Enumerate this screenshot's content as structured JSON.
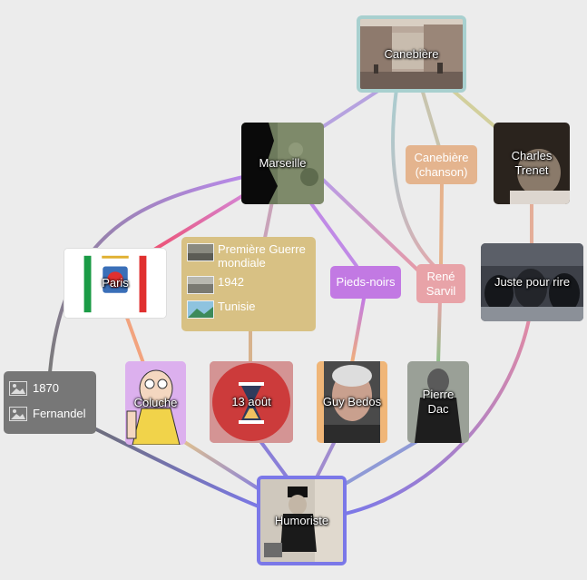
{
  "nodes": {
    "canebiere": "Canebière",
    "marseille": "Marseille",
    "canebiere_chanson": "Canebière (chanson)",
    "charles_trenet": "Charles Trenet",
    "paris": "Paris",
    "pieds_noirs": "Pieds-noirs",
    "rene_sarvil": "René Sarvil",
    "juste_pour_rire": "Juste pour rire",
    "coluche": "Coluche",
    "treize_aout": "13 août",
    "guy_bedos": "Guy Bedos",
    "pierre_dac": "Pierre Dac",
    "humoriste": "Humoriste"
  },
  "group_tan": {
    "items": [
      {
        "label": "Première Guerre mondiale",
        "icon": "photo-thumbnail"
      },
      {
        "label": "1942",
        "icon": "photo-thumbnail"
      },
      {
        "label": "Tunisie",
        "icon": "photo-thumbnail"
      }
    ]
  },
  "group_gray": {
    "items": [
      {
        "label": "1870",
        "icon": "image-placeholder-icon"
      },
      {
        "label": "Fernandel",
        "icon": "image-placeholder-icon"
      }
    ]
  },
  "colors": {
    "background": "#ececec",
    "canebiere_border": "#a8d0cf",
    "humoriste_border": "#7b78e8",
    "tan_group": "#d8c184",
    "gray_group": "#777777",
    "pieds_noirs": "#c279e3",
    "rene_sarvil": "#e8a3a8",
    "canebiere_chanson": "#e4b48e"
  }
}
